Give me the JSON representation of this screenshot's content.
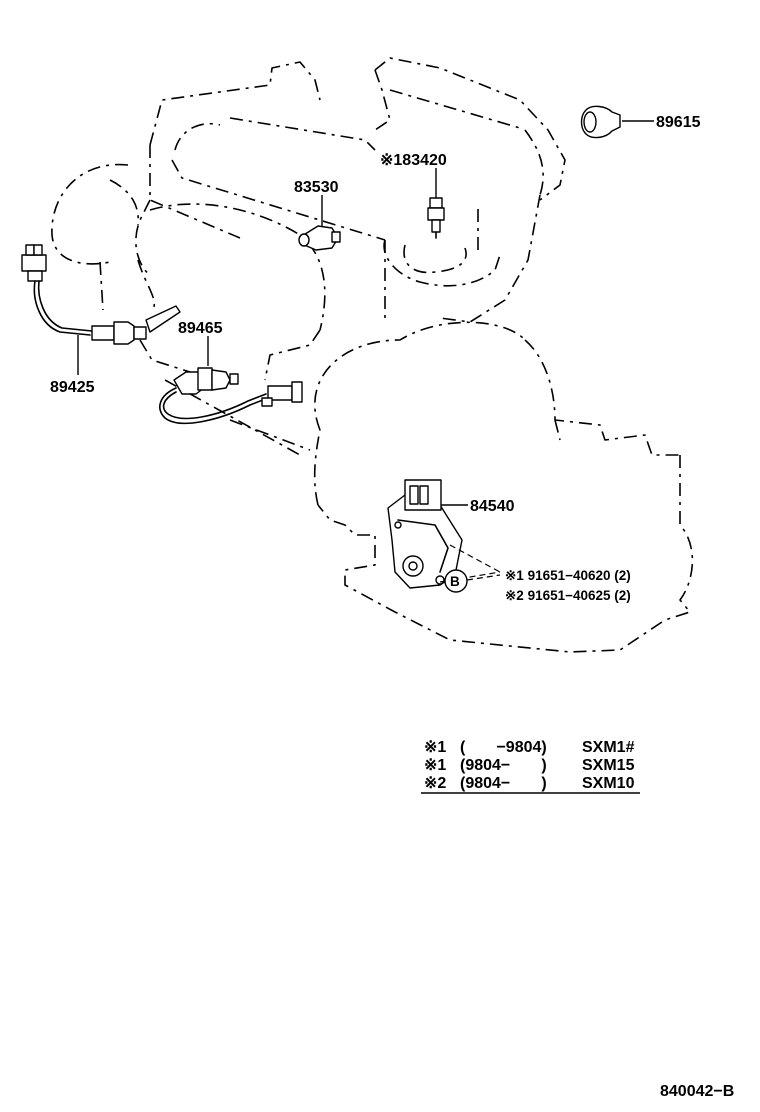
{
  "parts": {
    "p89615": "89615",
    "p183420": "※183420",
    "p83530": "83530",
    "p89465": "89465",
    "p89425": "89425",
    "p84540": "84540",
    "p91651_1": "※1 91651−40620 (2)",
    "p91651_2": "※2 91651−40625 (2)",
    "ref_b": "B"
  },
  "legend": {
    "rows": [
      {
        "mark": "※1",
        "range": "(       −9804)",
        "code": "SXM1#"
      },
      {
        "mark": "※1",
        "range": "(9804−       )",
        "code": "SXM15"
      },
      {
        "mark": "※2",
        "range": "(9804−       )",
        "code": "SXM10"
      }
    ]
  },
  "diagram_id": "840042−B"
}
